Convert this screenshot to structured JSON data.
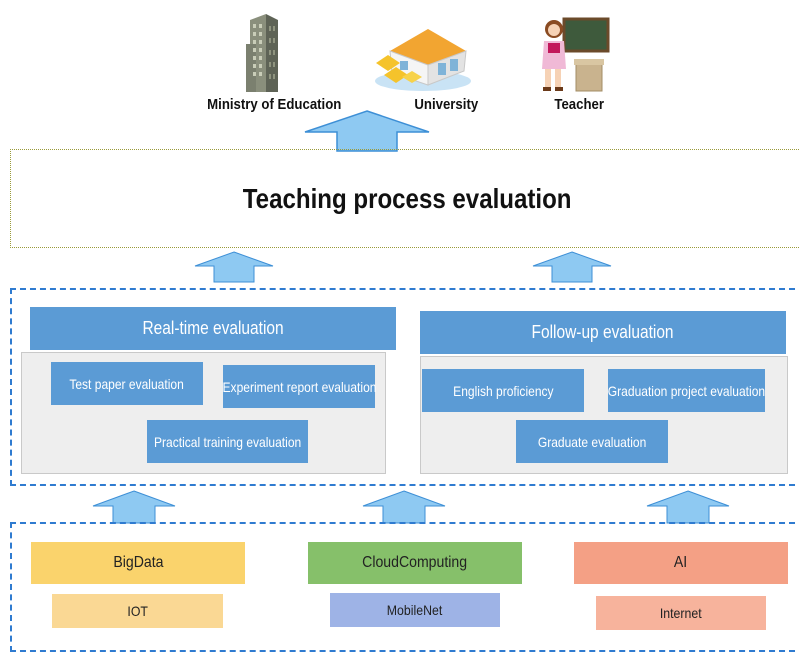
{
  "stakeholders": {
    "ministry": "Ministry of Education",
    "university": "University",
    "teacher": "Teacher"
  },
  "main_title": "Teaching process evaluation",
  "realtime": {
    "header": "Real-time evaluation",
    "items": [
      "Test paper evaluation",
      "Experiment report evaluation",
      "Practical training evaluation"
    ]
  },
  "followup": {
    "header": "Follow-up evaluation",
    "items": [
      "English proficiency",
      "Graduation project evaluation",
      "Graduate evaluation"
    ]
  },
  "technologies": {
    "bigdata": "BigData",
    "iot": "IOT",
    "cloud": "CloudComputing",
    "mobilenet": "MobileNet",
    "ai": "AI",
    "internet": "Internet"
  },
  "colors": {
    "arrow": "#8ec9f2",
    "box_blue": "#5b9bd5",
    "bigdata": "#fad36c",
    "iot": "#fad894",
    "cloud": "#86c06a",
    "mobilenet": "#9eb3e6",
    "ai": "#f4a085",
    "internet": "#f7b39c"
  },
  "icons": [
    "building-icon",
    "university-icon",
    "teacher-icon",
    "up-arrow-icon"
  ]
}
